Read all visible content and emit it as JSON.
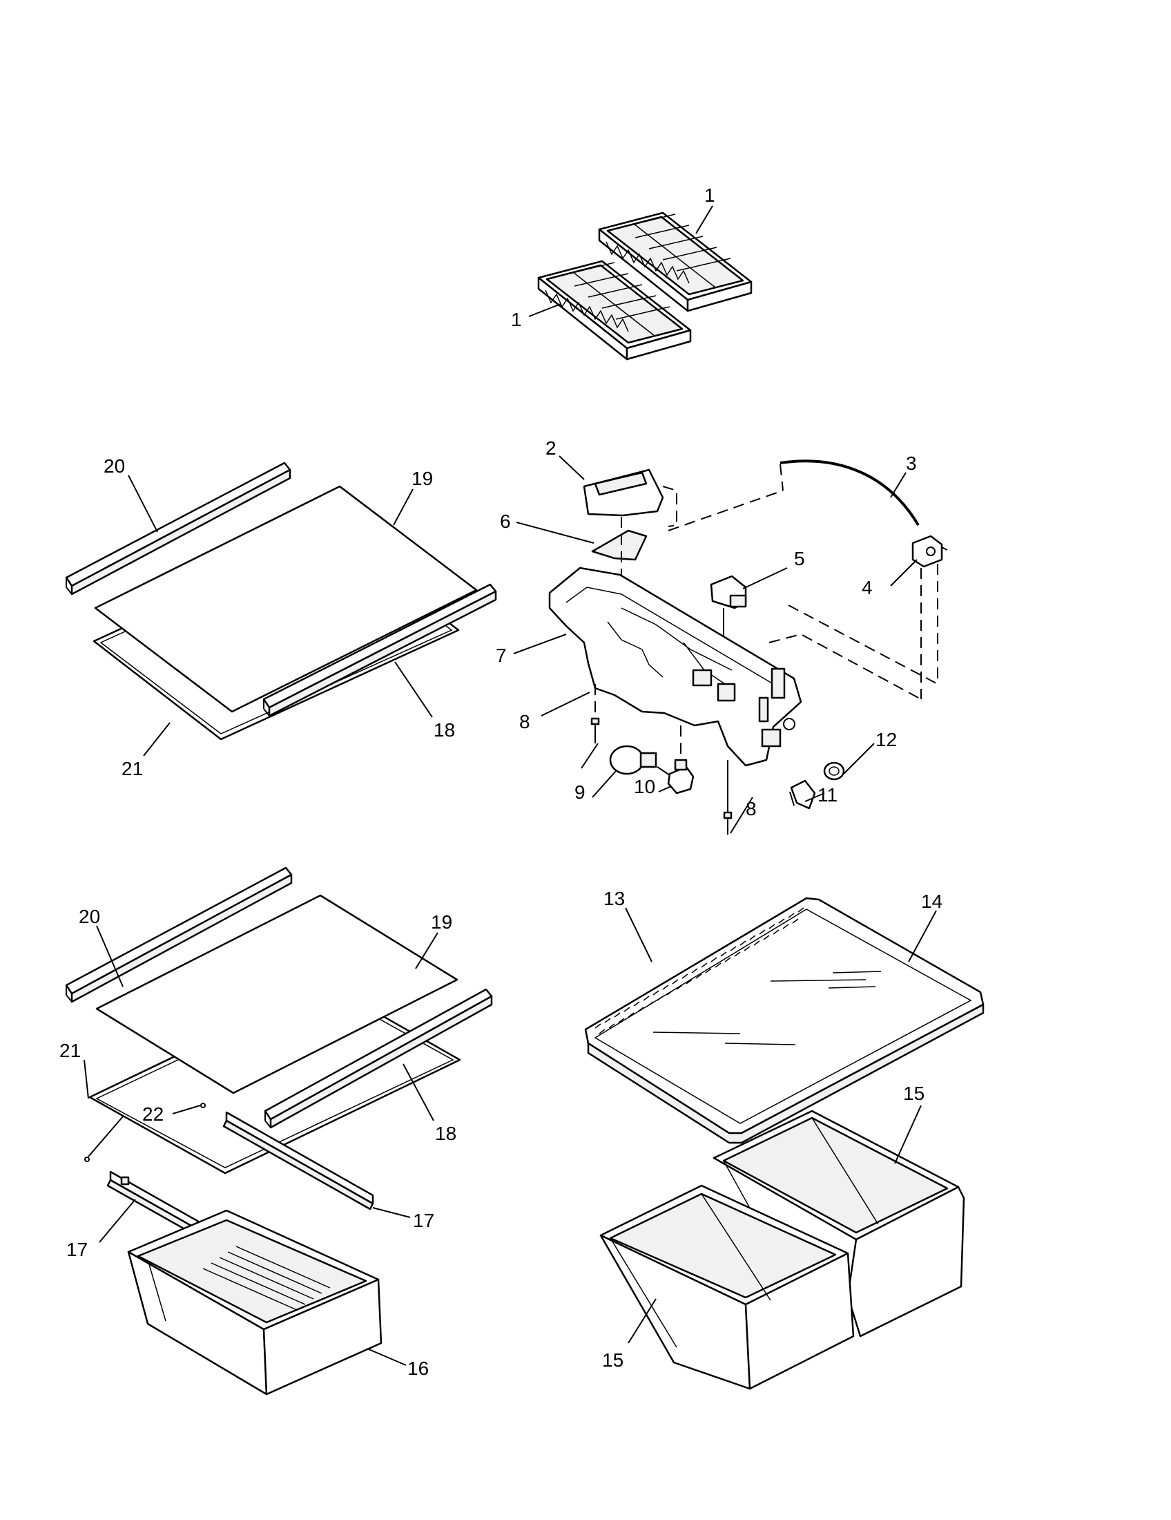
{
  "labels": {
    "ice_tray_upper": "1",
    "ice_tray_lower": "1",
    "light_housing": "2",
    "wire_harness": "3",
    "switch": "4",
    "control": "5",
    "shield": "6",
    "control_housing": "7",
    "screw_left": "8",
    "bulb": "9",
    "socket": "10",
    "damper": "11",
    "knob": "12",
    "crisper_cover_frame": "13",
    "crisper_cover_glass": "14",
    "crisper_drawer_front": "15",
    "crisper_drawer_rear": "15",
    "meat_pan": "16",
    "slide_right": "17",
    "slide_left": "17",
    "trim_front_upper": "18",
    "glass_shelf_upper": "19",
    "trim_rear_upper": "20",
    "shelf_frame_upper": "21",
    "screw_right": "8",
    "trim_front_lower": "18",
    "glass_shelf_lower": "19",
    "trim_rear_lower": "20",
    "shelf_frame_lower": "21",
    "pan_screw": "22"
  }
}
